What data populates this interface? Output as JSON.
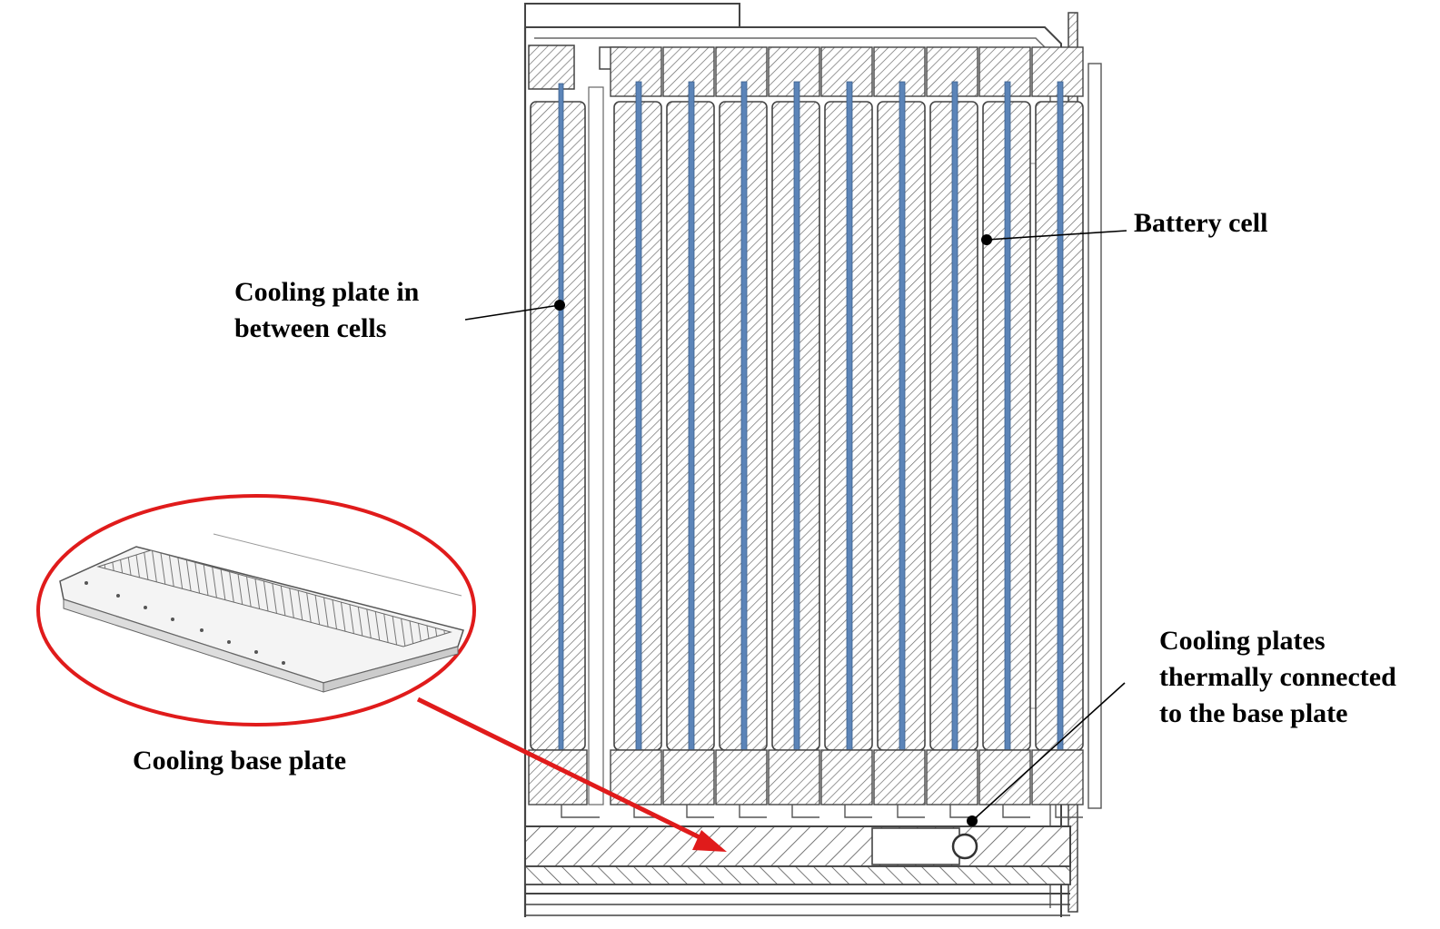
{
  "labels": {
    "battery_cell": "Battery cell",
    "cooling_plate_between": {
      "line1": "Cooling plate in",
      "line2": "between cells"
    },
    "cooling_base_plate": "Cooling base plate",
    "cooling_plates_connected": {
      "line1": "Cooling plates",
      "line2": "thermally connected",
      "line3": "to the base plate"
    }
  },
  "colors": {
    "cooling_plate": "#5b84b8",
    "callout_ellipse": "#e01b1b",
    "arrow": "#e01b1b",
    "linework": "#555555"
  },
  "cell_count": 9
}
